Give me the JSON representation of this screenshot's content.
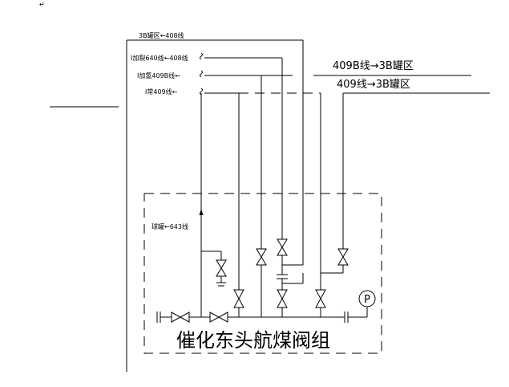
{
  "corner_mark": "↵",
  "labels": {
    "tank_408": "3B罐区←408线",
    "line_640": "I加裂640线←408线",
    "line_409b_add": "I加氢409B线←",
    "line_409_normal": "I常409线←",
    "ball_tank": "球罐←643线",
    "out_409b": "409B线→3B罐区",
    "out_409": "409线→3B罐区",
    "pressure": "P",
    "title": "催化东头航煤阀组"
  }
}
